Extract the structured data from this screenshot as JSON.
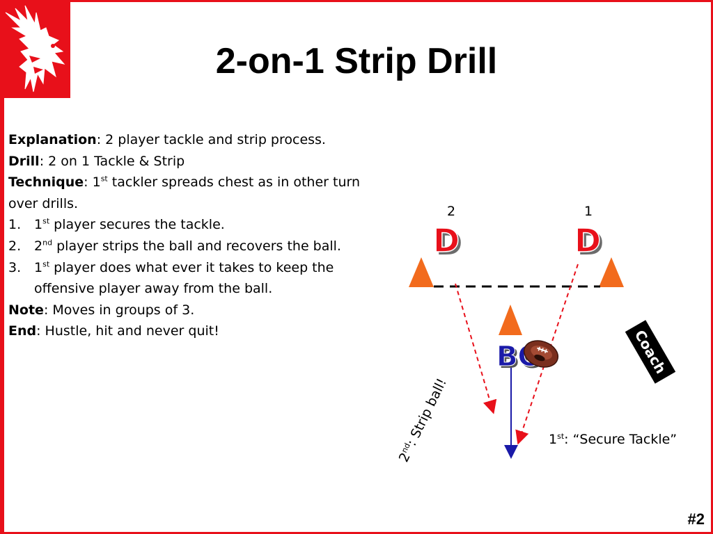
{
  "slide": {
    "title": "2-on-1 Strip Drill",
    "slide_number": "#2"
  },
  "content": {
    "explanation_label": "Explanation",
    "explanation_text": ": 2 player tackle and strip process.",
    "drill_label": "Drill",
    "drill_text": ": 2 on 1 Tackle & Strip",
    "technique_label": "Technique",
    "technique_pre": ": 1",
    "technique_sup": "st",
    "technique_text": " tackler spreads chest as in other turn over drills.",
    "items": [
      {
        "num": "1.",
        "pre": "1",
        "sup": "st",
        "text": " player secures the tackle."
      },
      {
        "num": "2.",
        "pre": "2",
        "sup": "nd",
        "text": " player strips the ball and recovers the ball."
      },
      {
        "num": "3.",
        "pre": "1",
        "sup": "st",
        "text": " player does what ever it takes to keep the offensive player away from the ball."
      }
    ],
    "note_label": "Note",
    "note_text": ": Moves in groups of 3.",
    "end_label": "End",
    "end_text": ": Hustle, hit and never quit!"
  },
  "diagram": {
    "defender_label": "D",
    "defender_2_number": "2",
    "defender_1_number": "1",
    "ball_carrier_label": "BC",
    "coach_label": "Coach",
    "callout_strip_pre": "2",
    "callout_strip_sup": "nd",
    "callout_strip_text": ": Strip ball!",
    "callout_tackle_pre": "1",
    "callout_tackle_sup": "st",
    "callout_tackle_text": ": “Secure Tackle”",
    "colors": {
      "border": "#e8101a",
      "defender": "#e8101a",
      "ball_carrier": "#1a1aa8",
      "cone": "#f26b1d",
      "route_defender": "#e8101a",
      "route_ball_carrier": "#1a1aa8",
      "coach_box": "#000000"
    },
    "icons": [
      "hawk-logo",
      "cone-icon",
      "football-icon"
    ]
  }
}
